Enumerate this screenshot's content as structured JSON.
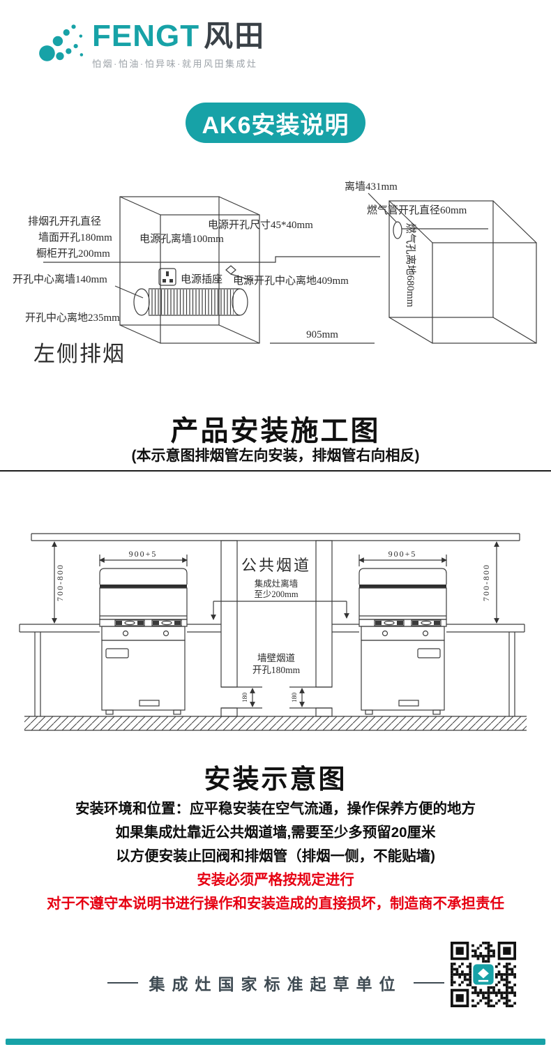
{
  "colors": {
    "teal": "#17A2A7",
    "red": "#E60012",
    "ink": "#2B2B2B",
    "gray": "#9BA1A7",
    "slate": "#3E4A52"
  },
  "brand": {
    "name": "FENGT",
    "name_cn": "风田",
    "tagline": "怕烟·怕油·怕异味·就用风田集成灶"
  },
  "banner": {
    "label": "AK6安装说明"
  },
  "cutout_diagram": {
    "caption": "左侧排烟",
    "labels": {
      "vent_dia": "排烟孔开孔直径",
      "wall_hole": "墙面开孔180mm",
      "cab_hole": "橱柜开孔200mm",
      "center_wall": "开孔中心离墙140mm",
      "center_floor": "开孔中心离地235mm",
      "power_wall": "电源孔离墙100mm",
      "power_size": "电源开孔尺寸45*40mm",
      "socket": "电源插座",
      "power_center_floor": "电源开孔中心离地409mm",
      "width": "905mm",
      "gas_wall": "离墙431mm",
      "gas_dia": "燃气管开孔直径60mm",
      "gas_floor": "燃气孔离地680mm"
    }
  },
  "construction": {
    "title": "产品安装施工图",
    "subtitle": "(本示意图排烟管左向安装，排烟管右向相反)"
  },
  "install_diagram": {
    "width_dim": "900+5",
    "height_dim": "700-800",
    "flue": "公共烟道",
    "clearance1": "集成灶离墙",
    "clearance2": "至少200mm",
    "wall_flue1": "墙壁烟道",
    "wall_flue2": "开孔180mm",
    "opening": "180"
  },
  "notes": {
    "title": "安装示意图",
    "lines": [
      "安装环境和位置：应平稳安装在空气流通，操作保养方便的地方",
      "如果集成灶靠近公共烟道墙,需要至少多预留20厘米",
      "以方便安装止回阀和排烟管（排烟一侧，不能贴墙)"
    ],
    "warnings": [
      "安装必须严格按规定进行",
      "对于不遵守本说明书进行操作和安装造成的直接损坏，制造商不承担责任"
    ]
  },
  "footer": {
    "slogan": "集成灶国家标准起草单位"
  }
}
